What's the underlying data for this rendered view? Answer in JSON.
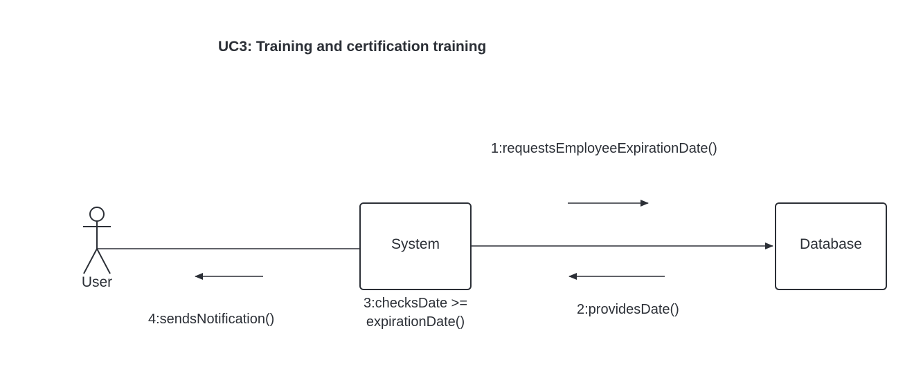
{
  "diagram": {
    "title": "UC3: Training and certification training",
    "actor": {
      "label": "User"
    },
    "objects": {
      "system": "System",
      "database": "Database"
    },
    "messages": {
      "m1": "1:requestsEmployeeExpirationDate()",
      "m2": "2:providesDate()",
      "m3_line1": "3:checksDate >=",
      "m3_line2": "expirationDate()",
      "m4": "4:sendsNotification()"
    },
    "colors": {
      "stroke": "#2b2f36",
      "text": "#2b2f36",
      "background": "#ffffff"
    }
  }
}
